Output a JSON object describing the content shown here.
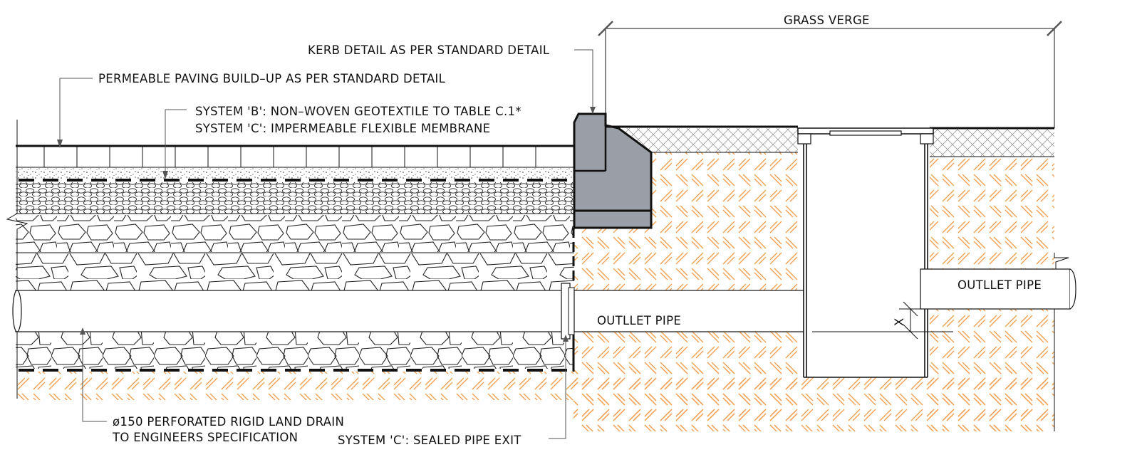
{
  "drawing": {
    "labels": {
      "grass_verge": "GRASS VERGE",
      "kerb": "KERB DETAIL AS PER STANDARD DETAIL",
      "paving": "PERMEABLE PAVING BUILD–UP AS PER STANDARD DETAIL",
      "system_b": "SYSTEM 'B': NON–WOVEN GEOTEXTILE TO TABLE C.1*",
      "system_c": "SYSTEM 'C': IMPERMEABLE FLEXIBLE MEMBRANE",
      "outlet_left": "OUTLLET PIPE",
      "outlet_right": "OUTLLET PIPE",
      "dimension_x": "X",
      "drain_line1": "ø150 PERFORATED RIGID LAND DRAIN",
      "drain_line2": "TO ENGINEERS SPECIFICATION",
      "sealed_exit": "SYSTEM 'C': SEALED PIPE EXIT"
    },
    "colors": {
      "soil_hatch": "#f0a050",
      "kerb_fill": "#9a9ea6",
      "line": "#111111"
    }
  }
}
